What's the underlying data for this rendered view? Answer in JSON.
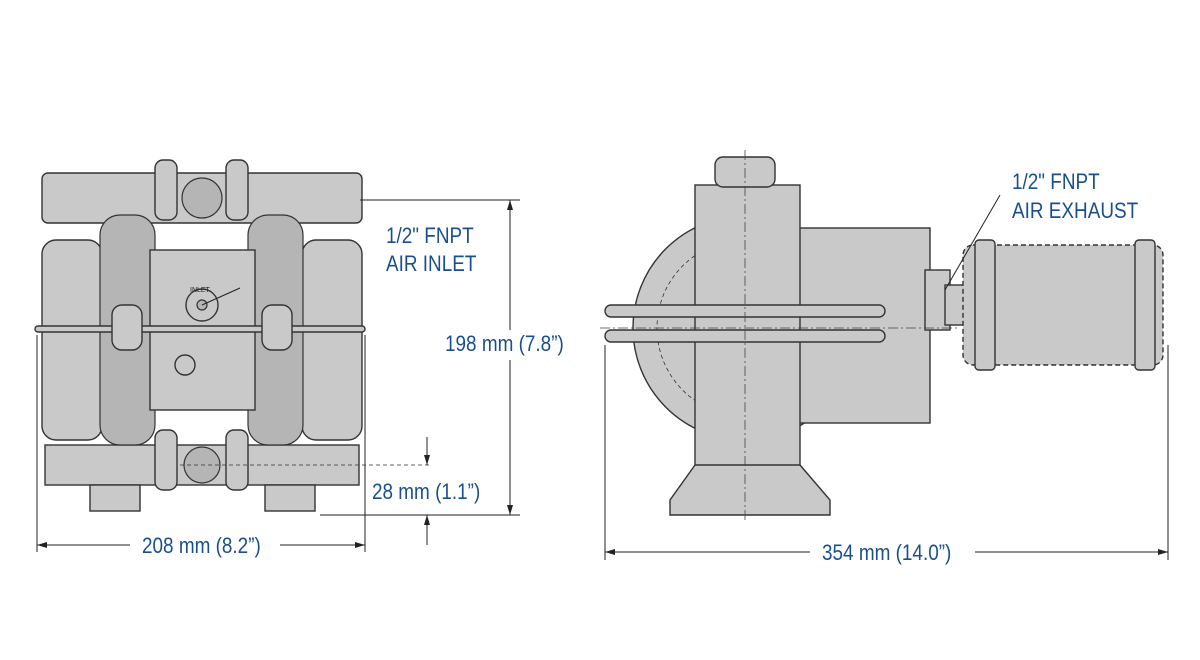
{
  "labels": {
    "air_inlet_size": "1/2\" FNPT",
    "air_inlet": "AIR INLET",
    "air_exhaust_size": "1/2\" FNPT",
    "air_exhaust": "AIR EXHAUST",
    "height": "198 mm (7.8”)",
    "inlet_height": "28 mm (1.1”)",
    "width": "208 mm (8.2”)",
    "length": "354 mm (14.0”)",
    "inlet_tag": "INLET"
  },
  "colors": {
    "label": "#1a4f8f",
    "pump_body": "#c9c9c9",
    "outline": "#333333"
  }
}
